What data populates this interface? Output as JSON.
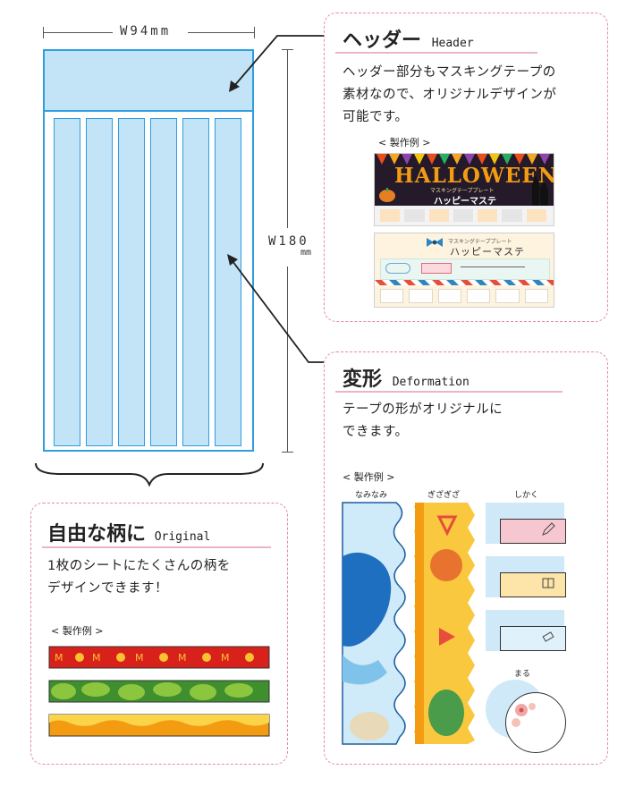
{
  "sheet": {
    "width_label": "W94mm",
    "height_label": "W180",
    "height_unit": "mm"
  },
  "header_panel": {
    "title": "ヘッダー",
    "title_en": "Header",
    "desc_lines": [
      "ヘッダー部分もマスキングテープの",
      "素材なので、オリジナルデザインが",
      "可能です。"
    ],
    "example_label": "< 製作例 >",
    "example1": {
      "title": "HALLOWEEN",
      "sub": "マスキングテーププレート",
      "name": "ハッピーマステ"
    },
    "example2": {
      "sub": "マスキングテーププレート",
      "name": "ハッピーマステ"
    }
  },
  "deform_panel": {
    "title": "変形",
    "title_en": "Deformation",
    "desc_lines": [
      "テープの形がオリジナルに",
      "できます。"
    ],
    "example_label": "< 製作例 >",
    "shapes": [
      "なみなみ",
      "ぎざぎざ",
      "しかく",
      "まる"
    ]
  },
  "original_panel": {
    "title": "自由な柄に",
    "title_en": "Original",
    "desc_lines": [
      "1枚のシートにたくさんの柄を",
      "デザインできます！"
    ],
    "example_label": "< 製作例 >"
  },
  "colors": {
    "sheet_blue": "#2f9ee0",
    "sheet_fill": "#c3e4f6",
    "panel_border": "#e58aa5"
  }
}
